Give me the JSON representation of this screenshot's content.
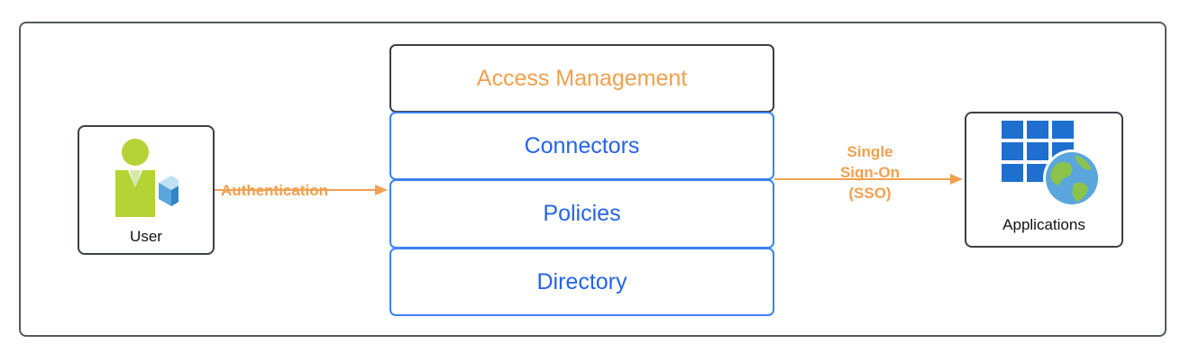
{
  "nodes": {
    "user": {
      "label": "User"
    },
    "applications": {
      "label": "Applications"
    }
  },
  "layers": {
    "access_management": "Access Management",
    "connectors": "Connectors",
    "policies": "Policies",
    "directory": "Directory"
  },
  "edges": {
    "authentication": "Authentication",
    "sso": [
      "Single",
      "Sign-On",
      "(SSO)"
    ]
  },
  "icons": {
    "user": "user-with-cube-icon",
    "applications": "app-grid-with-globe-icon"
  },
  "colors": {
    "accent_orange": "#f0a050",
    "layer_blue": "#3b82f6",
    "layer_text_blue": "#2563eb",
    "user_green": "#b5d335",
    "app_blue": "#1f6fd1",
    "globe_green": "#8bc34a"
  }
}
